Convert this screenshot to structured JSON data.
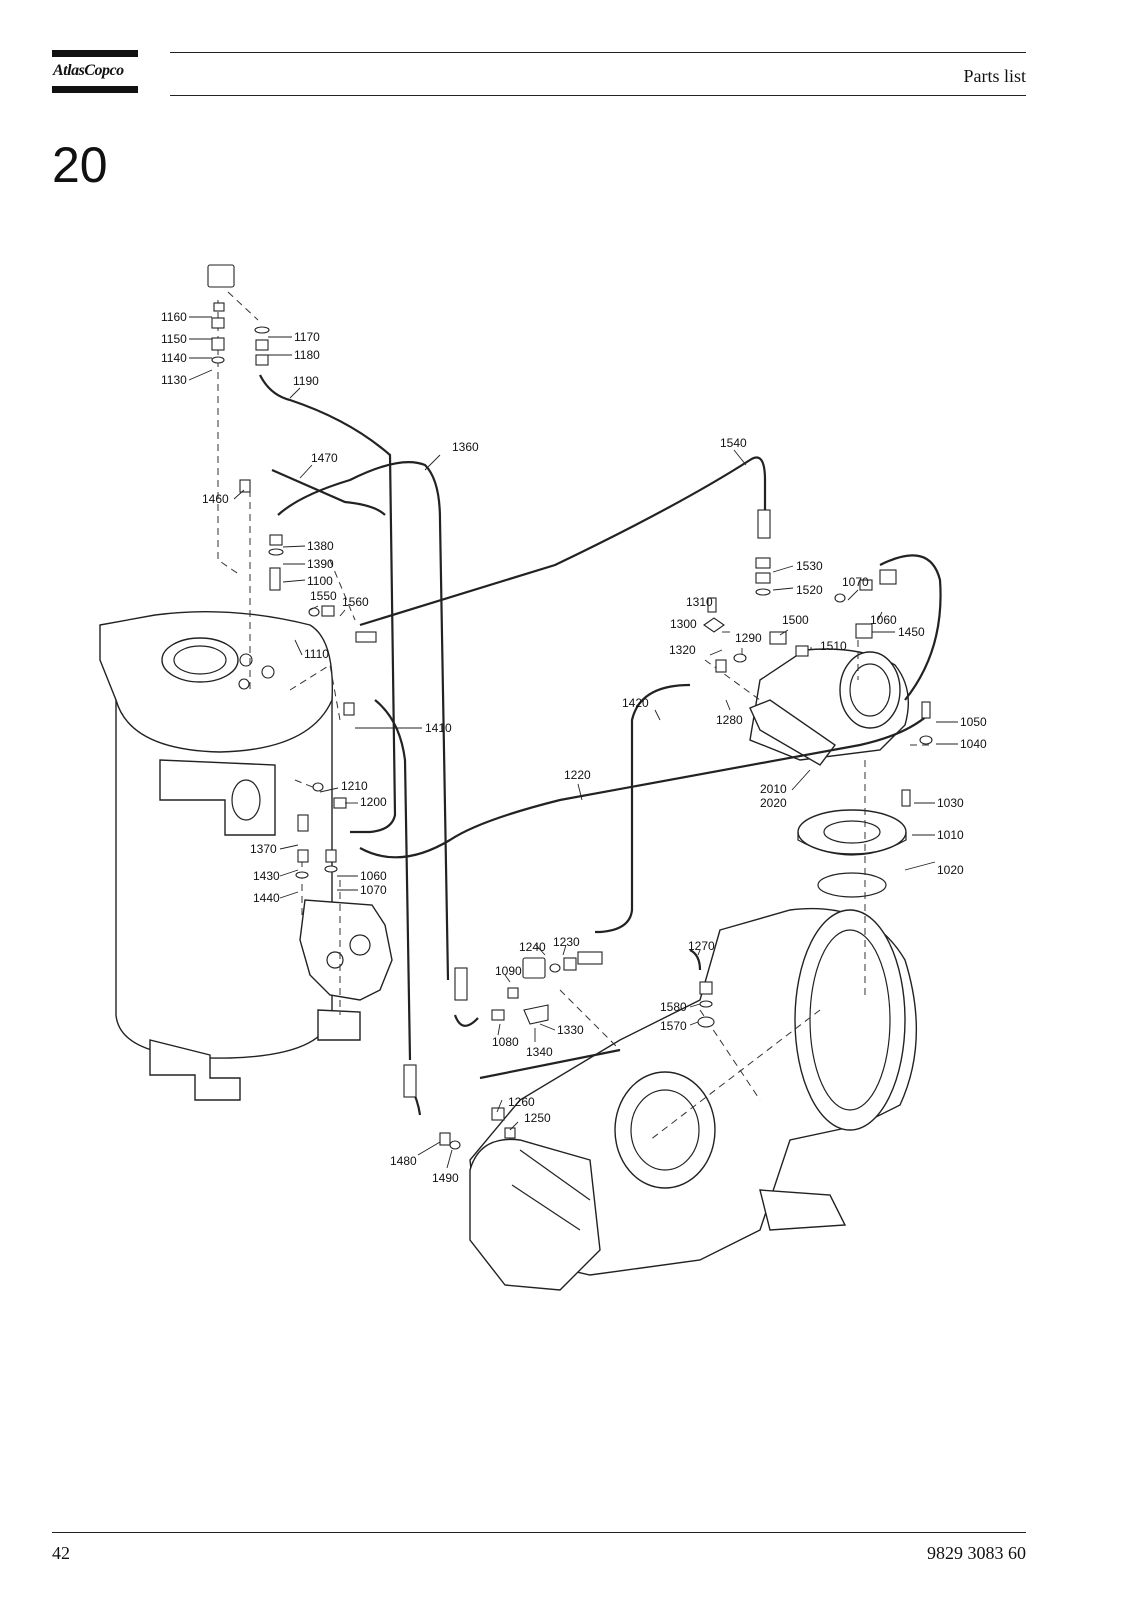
{
  "header": {
    "brand": "AtlasCopco",
    "section_title": "Parts list"
  },
  "section_number": "20",
  "diagram": {
    "labels": {
      "p1160": "1160",
      "p1150": "1150",
      "p1140": "1140",
      "p1130": "1130",
      "p1170": "1170",
      "p1180": "1180",
      "p1190": "1190",
      "p1470": "1470",
      "p1360": "1360",
      "p1460": "1460",
      "p1380": "1380",
      "p1390": "1390",
      "p1100": "1100",
      "p1550": "1550",
      "p1560": "1560",
      "p1110": "1110",
      "p1410": "1410",
      "p1210": "1210",
      "p1200": "1200",
      "p1370": "1370",
      "p1430": "1430",
      "p1440": "1440",
      "p1060a": "1060",
      "p1070a": "1070",
      "p1540": "1540",
      "p1530": "1530",
      "p1520": "1520",
      "p1500": "1500",
      "p1510": "1510",
      "p1070b": "1070",
      "p1060b": "1060",
      "p1450": "1450",
      "p1310": "1310",
      "p1300": "1300",
      "p1320": "1320",
      "p1290": "1290",
      "p1280": "1280",
      "p1420": "1420",
      "p1220": "1220",
      "p1050": "1050",
      "p1040": "1040",
      "p2010": "2010",
      "p2020": "2020",
      "p1030": "1030",
      "p1010": "1010",
      "p1020": "1020",
      "p1240": "1240",
      "p1230": "1230",
      "p1090": "1090",
      "p1080": "1080",
      "p1330": "1330",
      "p1340": "1340",
      "p1270": "1270",
      "p1580": "1580",
      "p1570": "1570",
      "p1260": "1260",
      "p1250": "1250",
      "p1480": "1480",
      "p1490": "1490"
    }
  },
  "footer": {
    "page_number": "42",
    "document_number": "9829 3083 60"
  }
}
